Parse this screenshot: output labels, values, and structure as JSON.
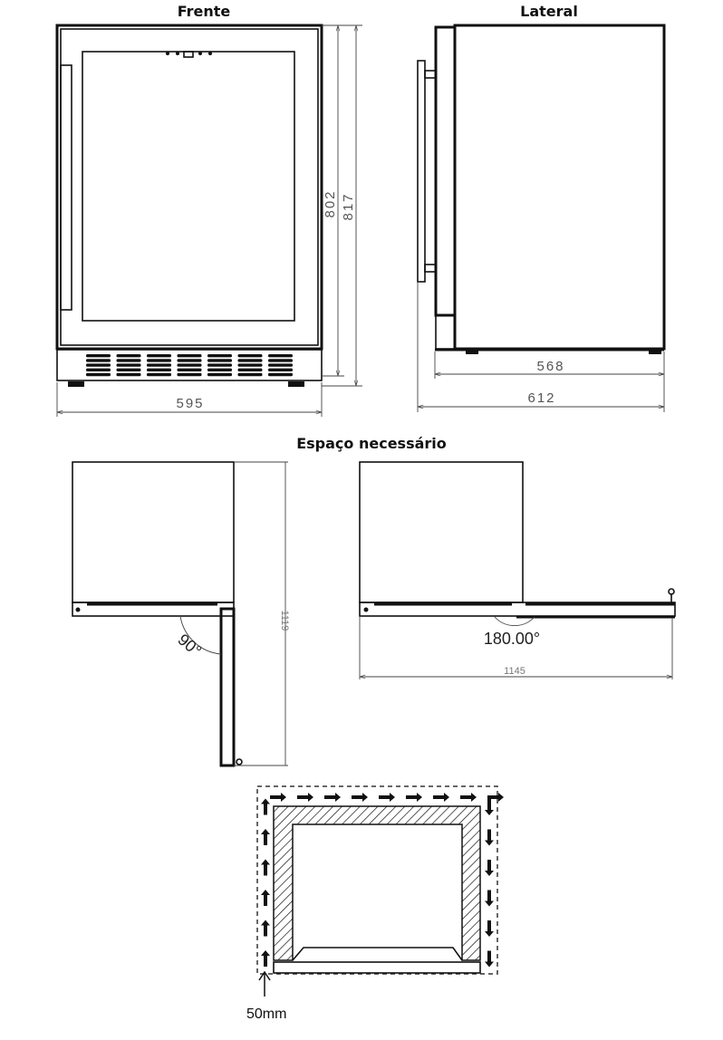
{
  "titles": {
    "front": "Frente",
    "side": "Lateral",
    "clearance": "Espaço necessário"
  },
  "front_dims": {
    "width": "595",
    "height_body": "802",
    "height_total": "817"
  },
  "side_dims": {
    "depth_body": "568",
    "depth_total": "612"
  },
  "clearance": {
    "angle_90": "90°",
    "depth_90": "1119",
    "angle_180": "180.00°",
    "width_180": "1145"
  },
  "airflow": {
    "gap_label": "50mm"
  }
}
